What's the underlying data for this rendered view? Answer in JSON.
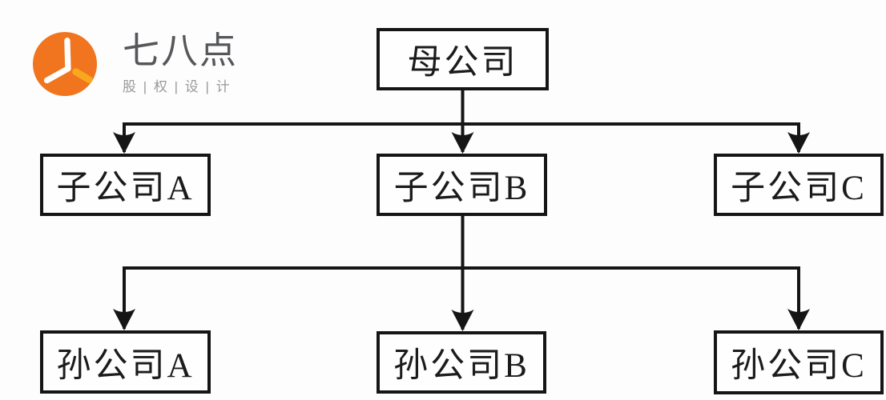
{
  "brand": {
    "name": "七八点",
    "tagline": "股 | 权 | 设 | 计",
    "icon": "clock-icon",
    "colors": {
      "circle": "#f0751e",
      "hand_primary": "#ffffff",
      "hand_accent": "#f8a81d",
      "name_text": "#56575b",
      "tagline_text": "#98999c"
    }
  },
  "diagram": {
    "type": "org-chart",
    "line_color": "#151515",
    "box_border_color": "#151515",
    "box_fill": "#fefefe",
    "text_color": "#1b1b1b",
    "nodes": {
      "root": {
        "label": "母公司",
        "level": 1
      },
      "childA": {
        "label": "子公司A",
        "level": 2
      },
      "childB": {
        "label": "子公司B",
        "level": 2
      },
      "childC": {
        "label": "子公司C",
        "level": 2
      },
      "grandA": {
        "label": "孙公司A",
        "level": 3
      },
      "grandB": {
        "label": "孙公司B",
        "level": 3
      },
      "grandC": {
        "label": "孙公司C",
        "level": 3
      }
    },
    "edges": [
      {
        "from": "root",
        "to": "childA"
      },
      {
        "from": "root",
        "to": "childB"
      },
      {
        "from": "root",
        "to": "childC"
      },
      {
        "from": "childB",
        "to": "grandA"
      },
      {
        "from": "childB",
        "to": "grandB"
      },
      {
        "from": "childB",
        "to": "grandC"
      }
    ]
  }
}
